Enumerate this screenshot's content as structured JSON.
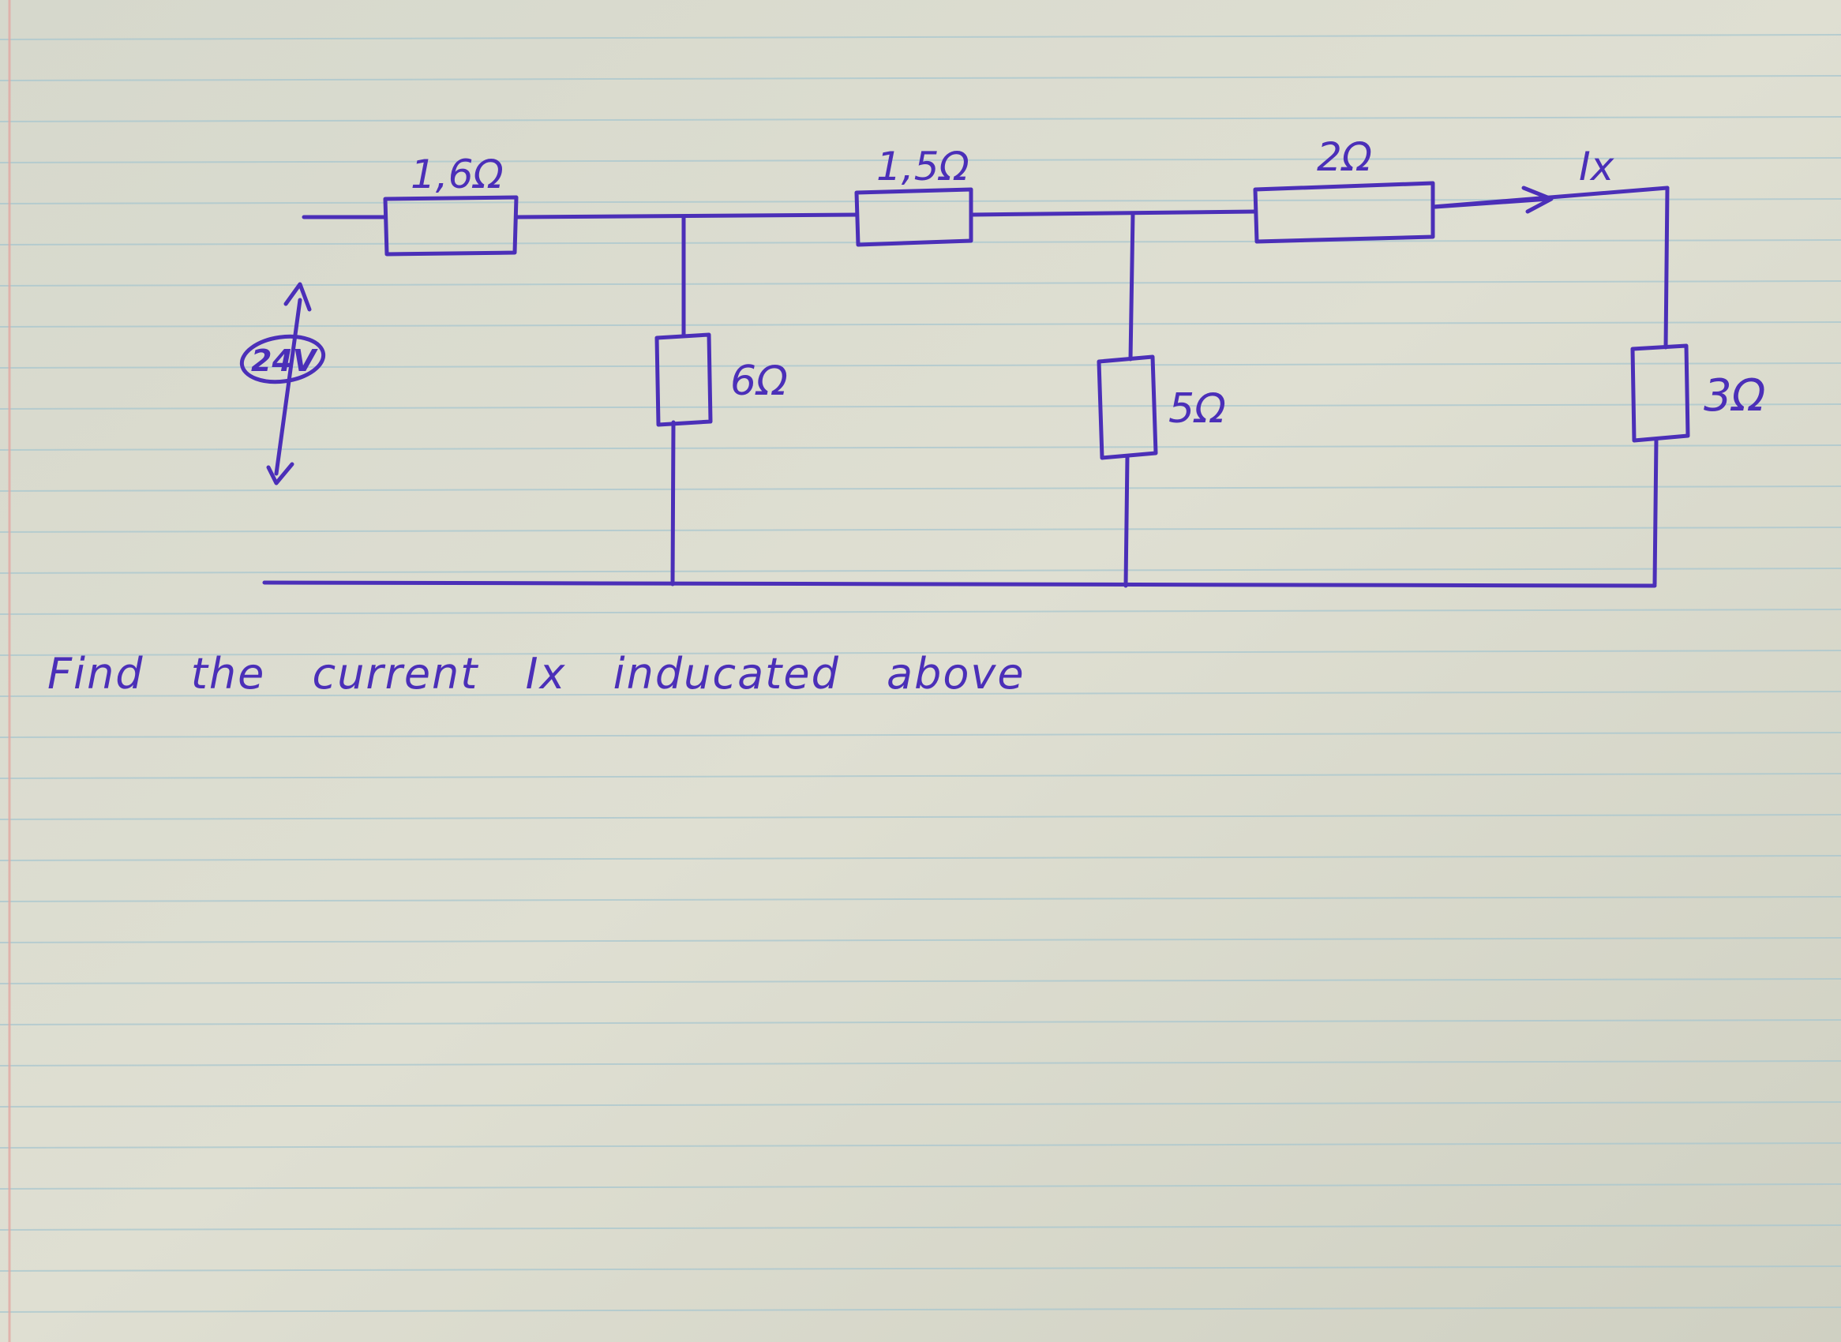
{
  "colors": {
    "ink": "#4b2fb8",
    "paper": "#dcdccf",
    "rule_line": "#a9c7cf",
    "margin_line": "#e2a9a3"
  },
  "circuit": {
    "source": {
      "label": "24V"
    },
    "resistors": {
      "r1": {
        "label": "1,6Ω"
      },
      "r2": {
        "label": "1,5Ω"
      },
      "r3": {
        "label": "2Ω"
      },
      "r4": {
        "label": "6Ω"
      },
      "r5": {
        "label": "5Ω"
      },
      "r6": {
        "label": "3Ω"
      }
    },
    "current": {
      "label": "Ix"
    }
  },
  "question": "Find the current Ix inducated above"
}
